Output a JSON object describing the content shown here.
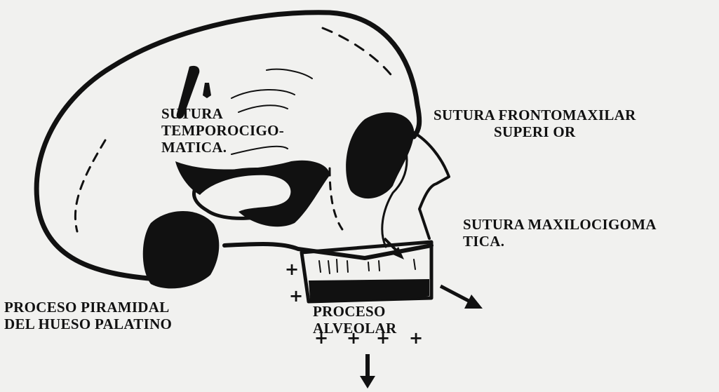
{
  "labels": {
    "sutura_temporocigomatica": [
      "SUTURA",
      "TEMPOROCIGO-",
      "MATICA."
    ],
    "sutura_frontomaxilar": [
      "SUTURA FRONTOMAXILAR",
      "SUPERI OR"
    ],
    "sutura_maxilocigomatica": [
      "SUTURA MAXILOCIGOMA",
      "TICA."
    ],
    "proceso_piramidal": [
      "PROCESO PIRAMIDAL",
      "DEL HUESO PALATINO"
    ],
    "proceso_alveolar": [
      "PROCESO",
      "ALVEOLAR"
    ]
  },
  "plus_sign": "+",
  "colors": {
    "ink": "#111111",
    "paper": "#f1f1ef"
  }
}
